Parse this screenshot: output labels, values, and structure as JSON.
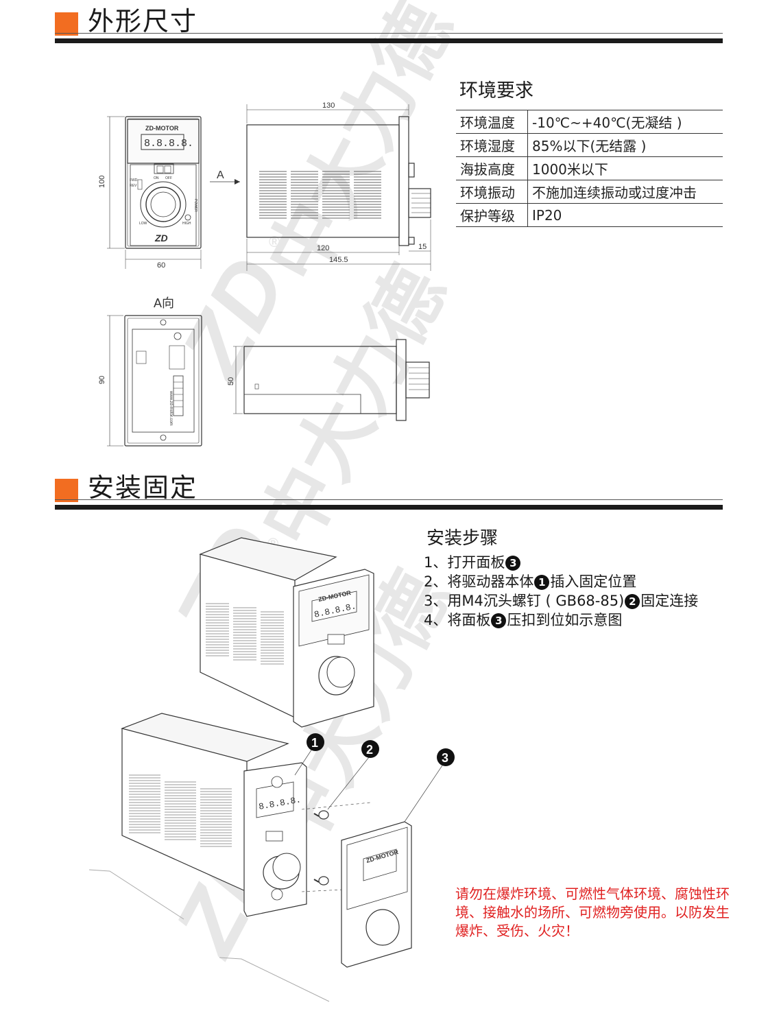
{
  "sections": {
    "dimensions_title": "外形尺寸",
    "install_title": "安装固定"
  },
  "drawing": {
    "brand_text": "ZD-MOTOR",
    "display_digits": "8.8.8.8.",
    "label_on": "ON",
    "label_off": "OFF",
    "label_fwd": "FWD",
    "label_rev": "REV",
    "label_low": "LOW",
    "label_high": "HIGH",
    "label_power": "POWER",
    "logo": "ZD",
    "view_a_arrow": "A",
    "view_a_label": "A向",
    "dim_front_width": "60",
    "dim_front_height": "100",
    "dim_side_top": "130",
    "dim_side_body": "120",
    "dim_side_total": "145.5",
    "dim_side_pins": "15",
    "dim_back_height": "90",
    "dim_bottom_height": "50",
    "website": "www.zd-motor.com"
  },
  "environment": {
    "title": "环境要求",
    "rows": [
      {
        "key": "环境温度",
        "value": "-10℃~+40℃(无凝结 )"
      },
      {
        "key": "环境湿度",
        "value": "85%以下(无结露 )"
      },
      {
        "key": "海拔高度",
        "value": "1000米以下"
      },
      {
        "key": "环境振动",
        "value": "不施加连续振动或过度冲击"
      },
      {
        "key": "保护等级",
        "value": "IP20"
      }
    ]
  },
  "install": {
    "title": "安装步骤",
    "steps": [
      {
        "pre": "1、打开面板",
        "n1": "3",
        "mid": "",
        "n2": "",
        "post": ""
      },
      {
        "pre": "2、将驱动器本体",
        "n1": "1",
        "mid": "插入固定位置",
        "n2": "",
        "post": ""
      },
      {
        "pre": "3、用M4沉头螺钉 ( GB68-85)",
        "n1": "2",
        "mid": "固定连接",
        "n2": "",
        "post": ""
      },
      {
        "pre": "4、将面板",
        "n1": "3",
        "mid": "压扣到位如示意图",
        "n2": "",
        "post": ""
      }
    ],
    "callouts": [
      "1",
      "2",
      "3"
    ],
    "warning": "请勿在爆炸环境、可燃性气体环境、腐蚀性环境、接触水的场所、可燃物旁使用。以防发生爆炸、受伤、火灾！"
  },
  "watermark": {
    "text": "中大力德",
    "logo": "ZD",
    "reg": "®"
  },
  "colors": {
    "accent": "#f26d21",
    "bar": "#1b1b1b",
    "warning": "#e02020",
    "watermark": "#e6e6e6"
  }
}
